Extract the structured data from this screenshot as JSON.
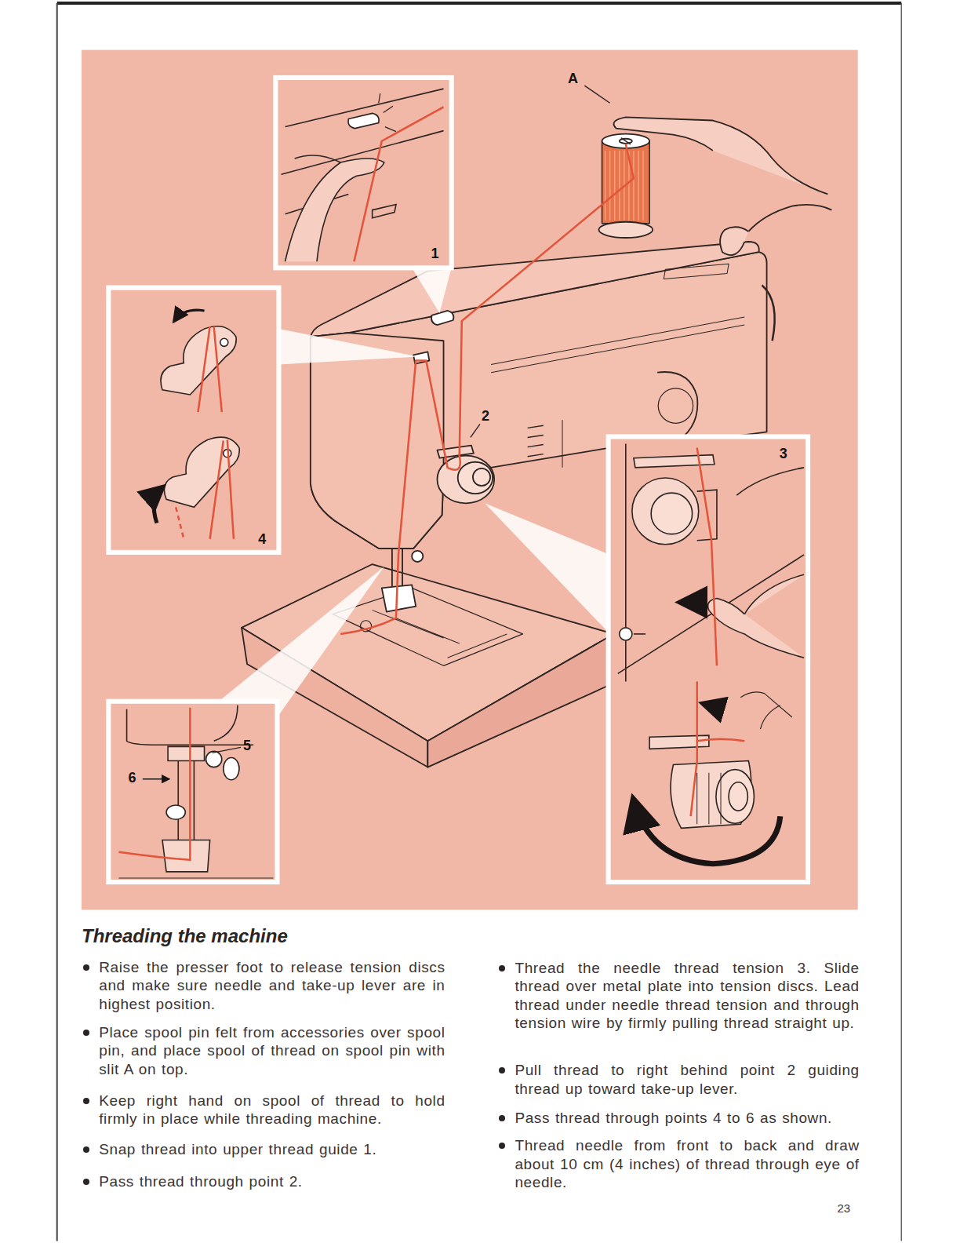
{
  "diagram": {
    "title": "Threading the machine",
    "labels": [
      "A",
      "1",
      "2",
      "4",
      "3",
      "5",
      "6",
      "Raise the presser foot to release tension discs and make sure needle and take-up lever are in highest position.",
      "Place spool pin felt from accessories over spool pin, and place spool of thread on spool pin with slit A on top.",
      "Keep right hand on spool of thread to hold firmly in place while threading machine.",
      "Snap thread into upper thread guide 1.",
      "Pass thread through point 2.",
      "Thread the needle thread tension 3. Slide thread over metal plate into tension discs. Lead thread under needle thread tension and through tension wire by firmly pulling thread straight up.",
      "Pull thread to right behind point 2 guiding thread up toward take-up lever.",
      "Pass thread through points 4 to 6 as shown.",
      "Thread needle from front to back and draw about 10 cm (4 inches) of thread through eye of needle.",
      "23"
    ]
  }
}
